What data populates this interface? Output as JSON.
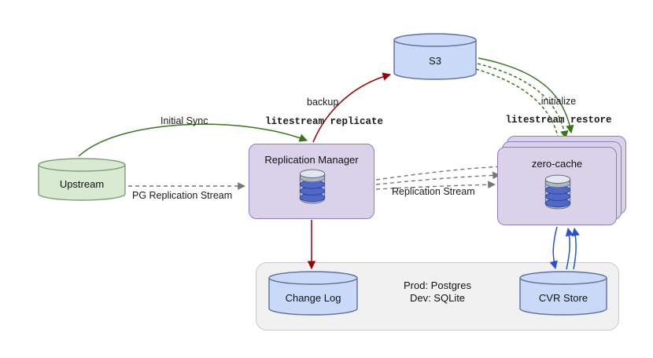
{
  "diagram": {
    "title": "Replication architecture diagram",
    "nodes": {
      "upstream": {
        "label": "Upstream",
        "shape": "cylinder"
      },
      "s3": {
        "label": "S3",
        "shape": "cylinder"
      },
      "replication_manager": {
        "label": "Replication Manager",
        "shape": "box",
        "icon": "database-icon"
      },
      "zero_cache": {
        "label": "zero-cache",
        "shape": "stacked-box",
        "icon": "database-icon"
      },
      "change_log": {
        "label": "Change Log",
        "shape": "cylinder"
      },
      "cvr_store": {
        "label": "CVR Store",
        "shape": "cylinder"
      }
    },
    "env_note": {
      "line1": "Prod: Postgres",
      "line2": "Dev: SQLite"
    },
    "edge_labels": {
      "initial_sync": "Initial Sync",
      "pg_replication_stream": "PG Replication Stream",
      "backup": "backup",
      "litestream_replicate": "litestream replicate",
      "initialize": "initialize",
      "litestream_restore": "litestream restore",
      "replication_stream": "Replication Stream"
    },
    "icons": {
      "database": "database-icon"
    },
    "palette": {
      "upstream_fill": "#d9ead3",
      "upstream_stroke": "#7f9e77",
      "blue_fill": "#c9daf8",
      "blue_stroke": "#5e6f9e",
      "purple_fill": "#d9d2e9",
      "purple_stroke": "#8e7cc3",
      "container_fill": "#f1f1f1",
      "container_stroke": "#c9c9c9",
      "edge_green": "#38761d",
      "edge_red": "#990000",
      "edge_gray": "#777777",
      "edge_blue": "#2952cc"
    }
  }
}
